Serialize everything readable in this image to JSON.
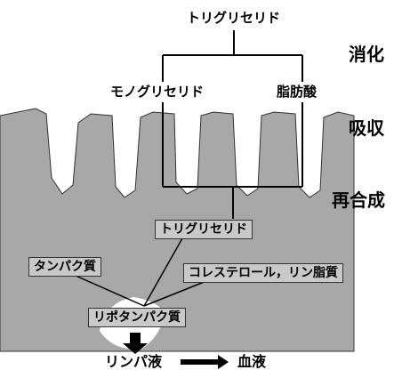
{
  "molecules": {
    "triglyceride_top": "トリグリセリド",
    "monoglyceride": "モノグリセリド",
    "fatty_acid": "脂肪酸"
  },
  "stages": {
    "digestion": "消化",
    "absorption": "吸収",
    "resynthesis": "再合成"
  },
  "boxes": {
    "triglyceride_cell": "トリグリセリド",
    "protein": "タンパク質",
    "cholesterol_phospholipid": "コレステロール，リン脂質",
    "lipoprotein": "リポタンパク質"
  },
  "flow": {
    "lymph": "リンパ液",
    "blood": "血液"
  },
  "colors": {
    "tissue": "#a8a8a8",
    "box_fill": "#c9c9c9",
    "ink": "#000000"
  }
}
